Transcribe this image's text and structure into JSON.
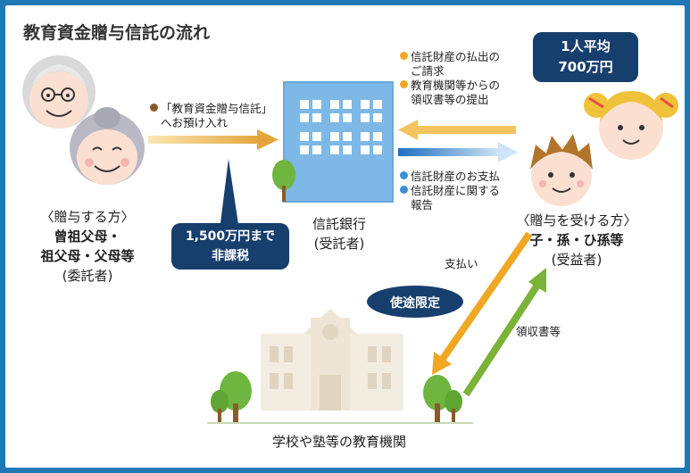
{
  "title": "教育資金贈与信託の流れ",
  "giver": {
    "line1": "〈贈与する方〉",
    "line2": "曾祖父母・",
    "line3": "祖父母・父母等",
    "line4": "(委託者)"
  },
  "bank": {
    "line1": "信託銀行",
    "line2": "(受託者)"
  },
  "receiver": {
    "line1": "〈贈与を受ける方〉",
    "line2": "子・孫・ひ孫等",
    "line3": "(受益者)"
  },
  "school": {
    "label": "学校や塾等の教育機関"
  },
  "deposit": {
    "line1": "「教育資金贈与信託」",
    "line2": "へお預け入れ"
  },
  "tax_free": {
    "line1": "1,500万円まで",
    "line2": "非課税"
  },
  "average": {
    "line1": "1人平均",
    "line2": "700万円"
  },
  "requests": {
    "item1_l1": "信託財産の払出の",
    "item1_l2": "ご請求",
    "item2_l1": "教育機関等からの",
    "item2_l2": "領収書等の提出"
  },
  "reports": {
    "item1": "信託財産のお支払",
    "item2_l1": "信託財産に関する",
    "item2_l2": "報告"
  },
  "usage_limited": "使途限定",
  "payment": "支払い",
  "receipt": "領収書等",
  "colors": {
    "frame": "#1f78b6",
    "navy": "#173f6e",
    "orange": "#f0a824",
    "green": "#7bb238",
    "brown": "#8b5a2b",
    "blue_bullet": "#3b8fd9",
    "building": "#7db8e6"
  }
}
